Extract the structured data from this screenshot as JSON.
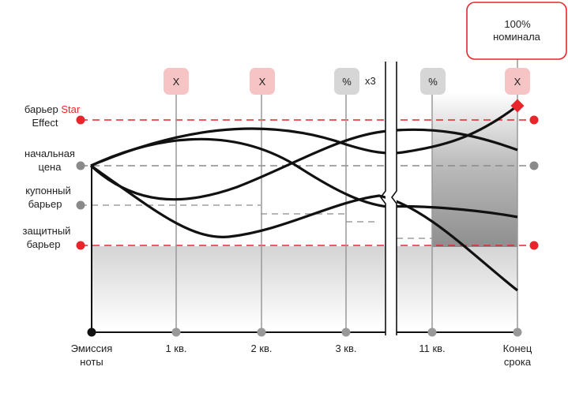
{
  "colors": {
    "accent_red": "#e8252a",
    "path_black": "#111111",
    "grey_line": "#8a8a8a",
    "x_marker_fill": "#f6c4c4",
    "pct_marker_fill": "#d6d6d6"
  },
  "left_labels": {
    "barrier_line1_a": "барьер",
    "barrier_line1_b": "Star",
    "barrier_line2": "Effect",
    "start_line1": "начальная",
    "start_line2": "цена",
    "coupon_line1": "купонный",
    "coupon_line2": "барьер",
    "protect_line1": "защитный",
    "protect_line2": "барьер"
  },
  "callout": {
    "line1": "100%",
    "line2": "номинала"
  },
  "markers": [
    {
      "symbol": "X",
      "kind": "x"
    },
    {
      "symbol": "X",
      "kind": "x"
    },
    {
      "symbol": "%",
      "kind": "pct"
    },
    {
      "symbol": "%",
      "kind": "pct"
    },
    {
      "symbol": "X",
      "kind": "x"
    }
  ],
  "multiplier": "x3",
  "x_axis": {
    "issue_line1": "Эмиссия",
    "issue_line2": "ноты",
    "q1": "1 кв.",
    "q2": "2 кв.",
    "q3": "3 кв.",
    "q11": "11 кв.",
    "end_line1": "Конец",
    "end_line2": "срока"
  },
  "icons": {
    "autocall_marker": "x-marker-icon",
    "coupon_marker": "percent-marker-icon",
    "axis_break": "axis-break-icon",
    "maturity_point": "red-diamond-icon"
  }
}
